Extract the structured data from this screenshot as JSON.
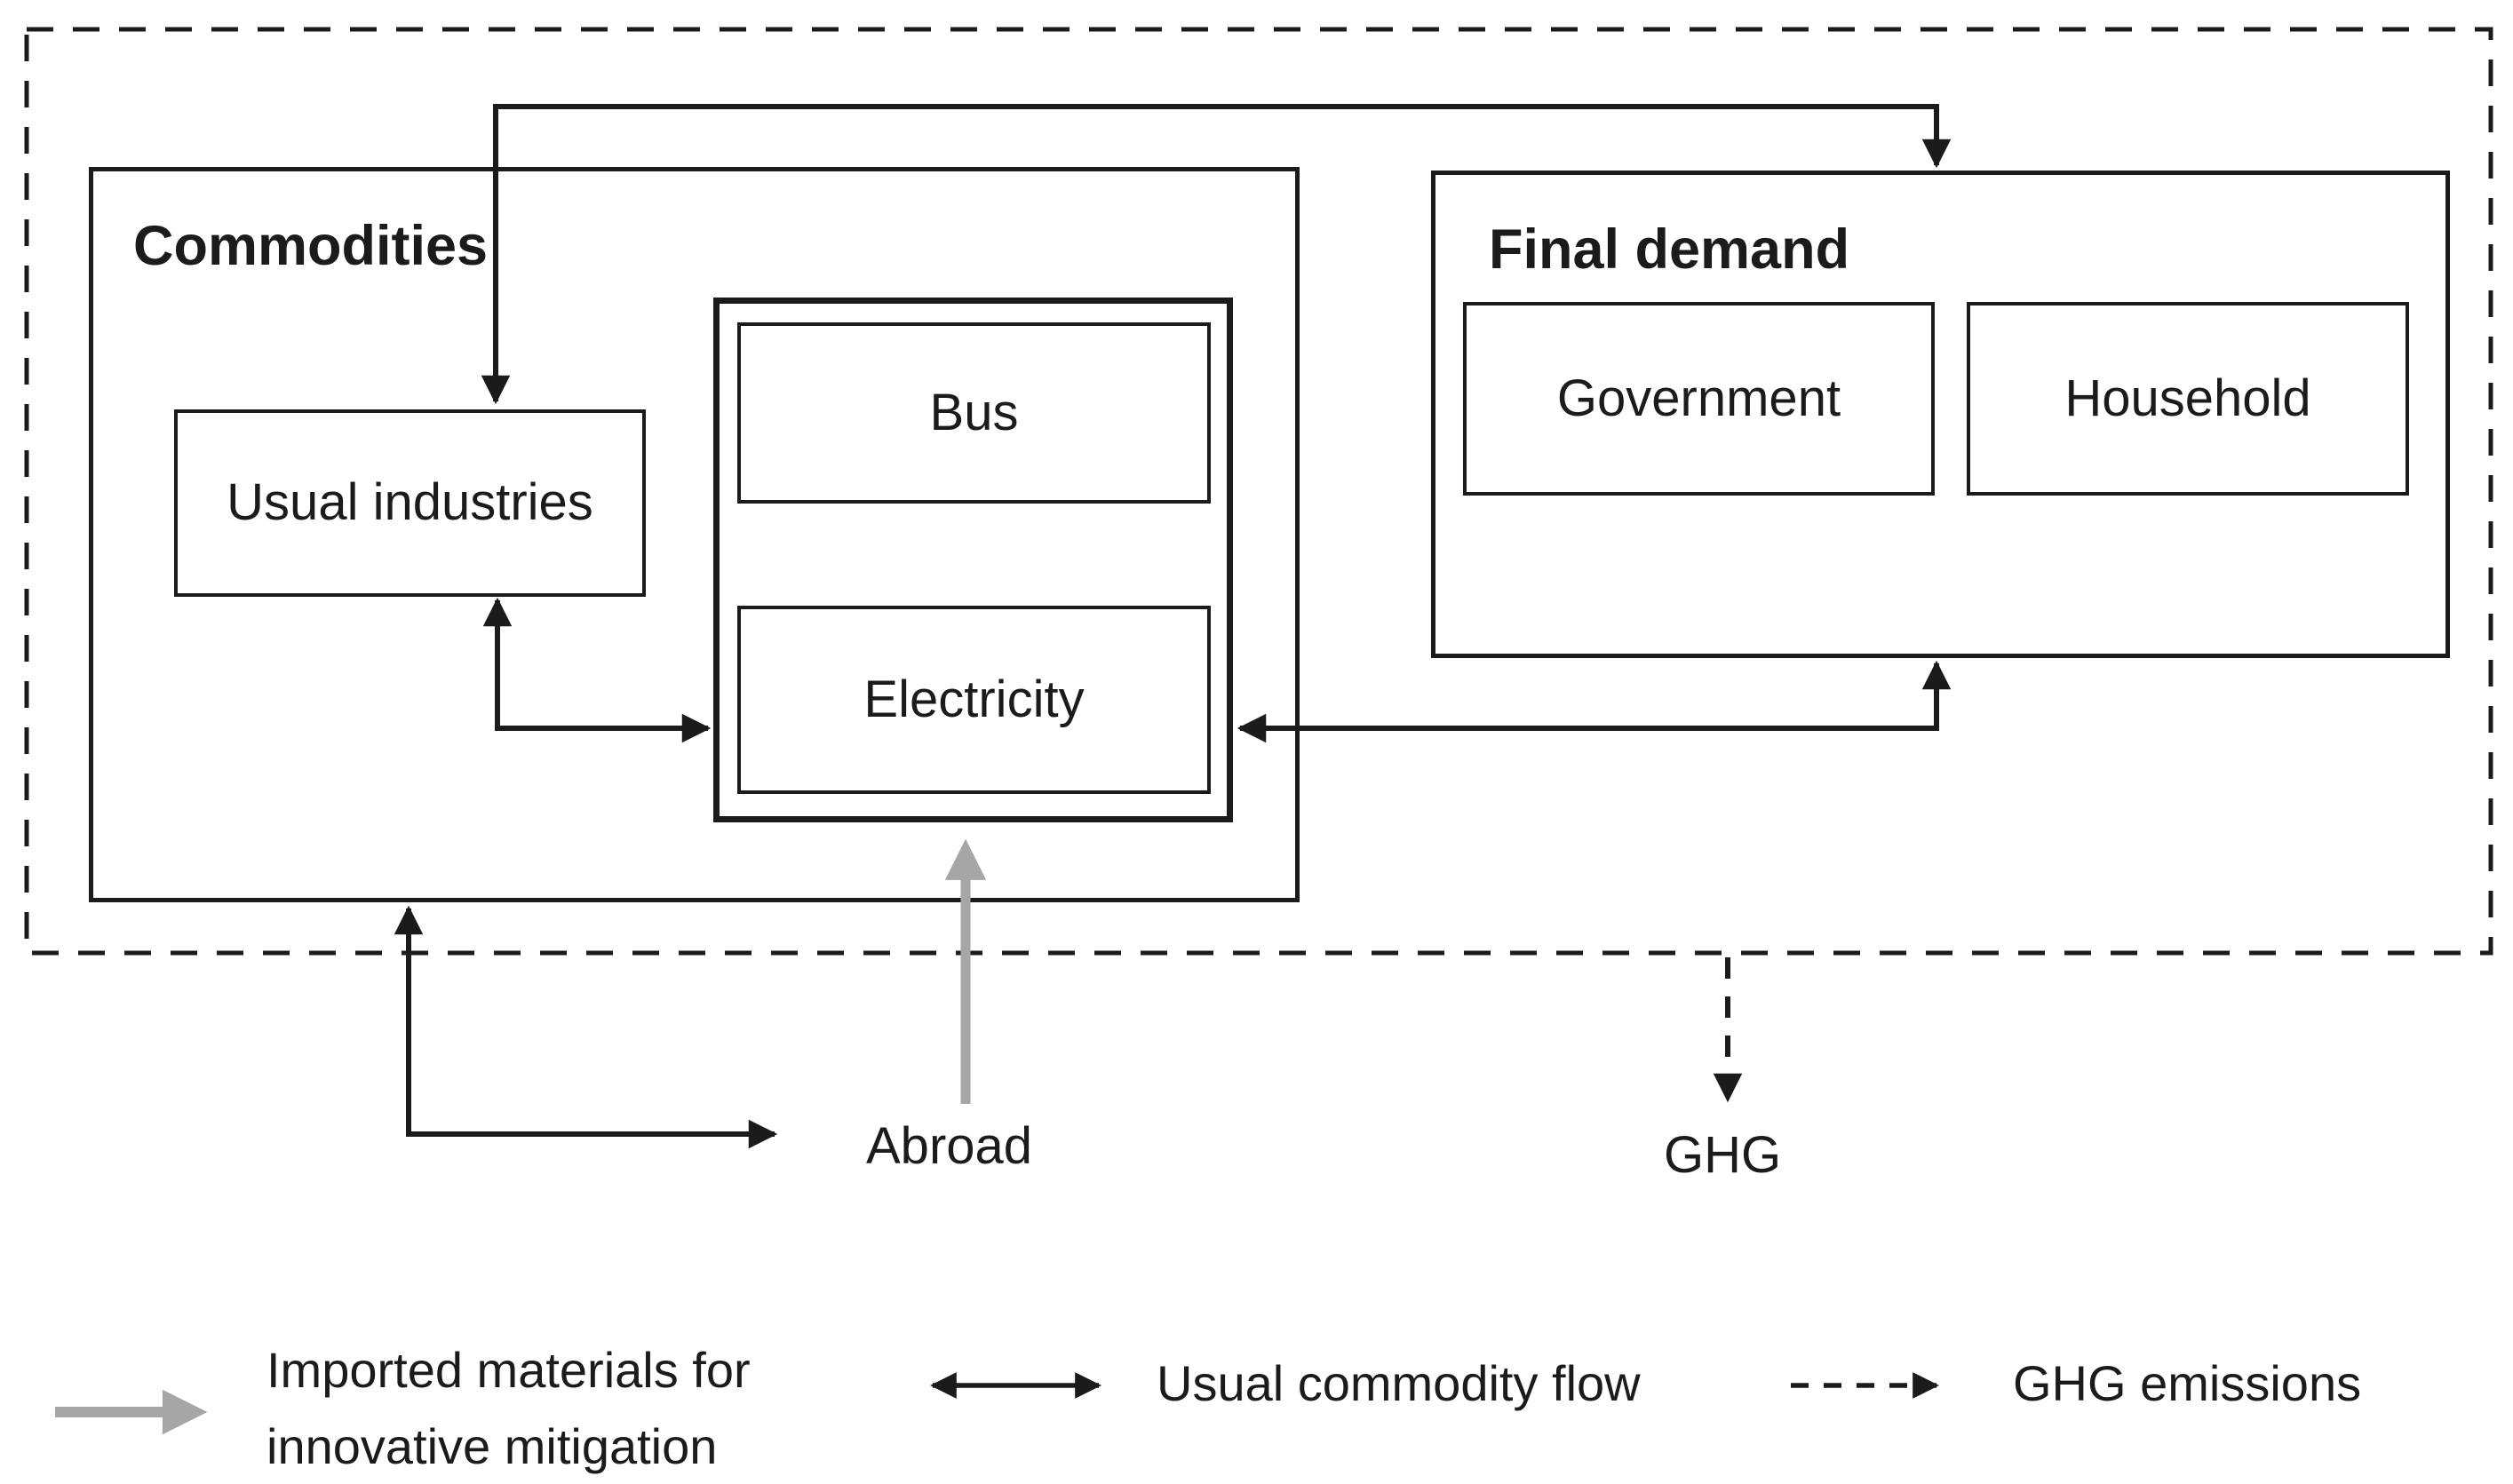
{
  "colors": {
    "ink": "#1b1b1b",
    "gray_arrow": "#a6a6a6",
    "background": "#ffffff"
  },
  "diagram": {
    "commodities": {
      "title": "Commodities"
    },
    "usual_industries": {
      "label": "Usual industries"
    },
    "transport_modes": {
      "bus": {
        "label": "Bus"
      },
      "electricity": {
        "label": "Electricity"
      }
    },
    "final_demand": {
      "title": "Final demand",
      "government": {
        "label": "Government"
      },
      "household": {
        "label": "Household"
      }
    },
    "abroad": {
      "label": "Abroad"
    },
    "ghg": {
      "label": "GHG"
    },
    "arrows": [
      {
        "name": "usual-industries-final-demand-top-link",
        "style": "solid-black-elbow-double-arrow"
      },
      {
        "name": "usual-industries-electricity-link",
        "style": "solid-black-elbow-double-arrow"
      },
      {
        "name": "final-demand-electricity-link",
        "style": "solid-black-elbow-double-arrow"
      },
      {
        "name": "commodities-abroad-link",
        "style": "solid-black-elbow-double-arrow"
      },
      {
        "name": "abroad-electricity-import",
        "style": "thick-gray-arrow"
      },
      {
        "name": "boundary-ghg-emission",
        "style": "dashed-black-arrow"
      }
    ]
  },
  "legend": {
    "imported": {
      "symbol": "gray-arrow-icon",
      "lines": [
        "Imported materials for",
        "innovative mitigation"
      ]
    },
    "usual_flow": {
      "symbol": "double-arrow-icon",
      "label": "Usual commodity flow"
    },
    "ghg_emissions": {
      "symbol": "dashed-arrow-icon",
      "label": "GHG emissions"
    }
  }
}
